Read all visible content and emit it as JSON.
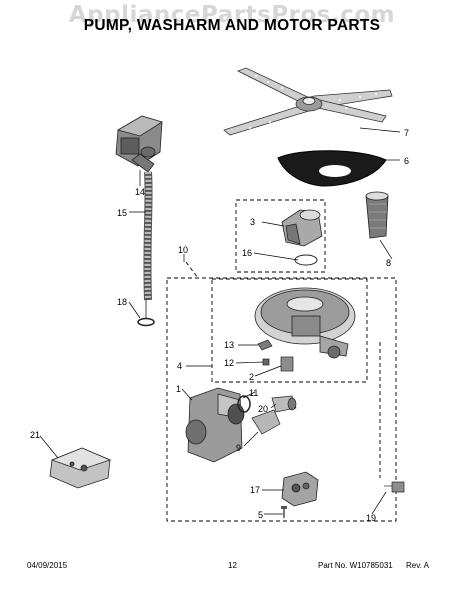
{
  "watermark": "AppliancePartsPros.com",
  "title": "PUMP, WASHARM AND MOTOR PARTS",
  "footer": {
    "date": "04/09/2015",
    "page": "12",
    "part_no": "Part No. W10785031",
    "rev": "Rev. A"
  },
  "callouts": {
    "c1": "1",
    "c2": "2",
    "c3": "3",
    "c4": "4",
    "c5": "5",
    "c6": "6",
    "c7": "7",
    "c8": "8",
    "c9": "9",
    "c10": "10",
    "c11": "11",
    "c12": "12",
    "c13": "13",
    "c14": "14",
    "c15": "15",
    "c16": "16",
    "c17": "17",
    "c18": "18",
    "c19": "19",
    "c20": "20",
    "c21": "21"
  }
}
